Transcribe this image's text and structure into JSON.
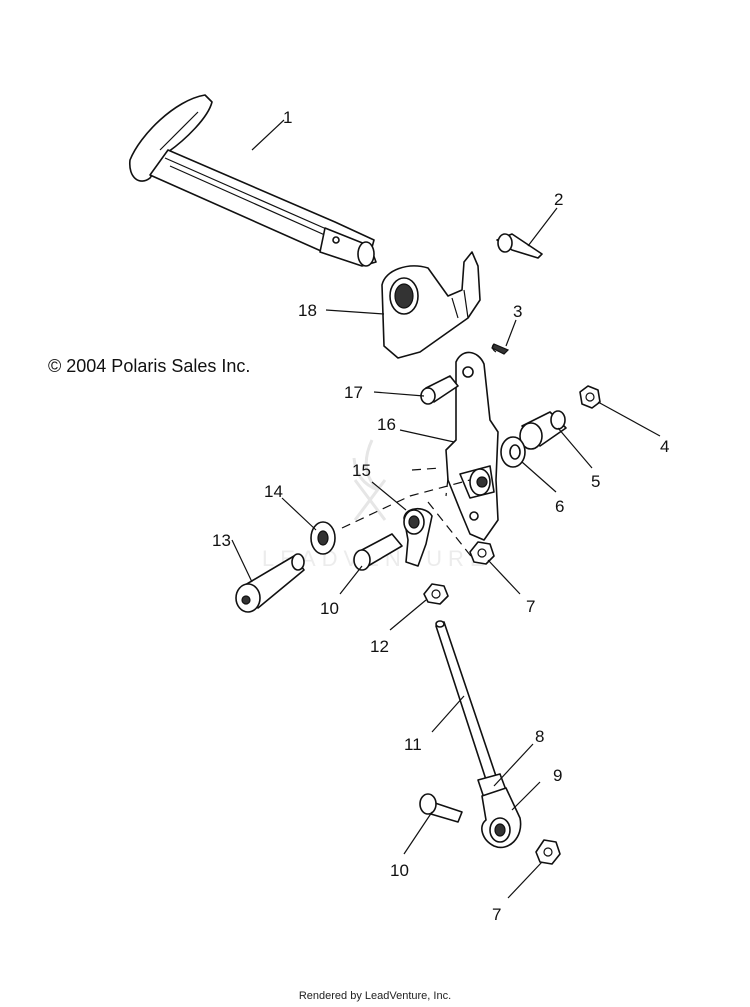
{
  "copyright": "© 2004 Polaris Sales Inc.",
  "footer": "Rendered by LeadVenture, Inc.",
  "watermark": "LEADVENTURE",
  "callouts": {
    "c1": "1",
    "c2": "2",
    "c3": "3",
    "c4": "4",
    "c5": "5",
    "c6": "6",
    "c7a": "7",
    "c7b": "7",
    "c8": "8",
    "c9": "9",
    "c10a": "10",
    "c10b": "10",
    "c11": "11",
    "c12": "12",
    "c13": "13",
    "c14": "14",
    "c15": "15",
    "c16": "16",
    "c17": "17",
    "c18": "18"
  }
}
